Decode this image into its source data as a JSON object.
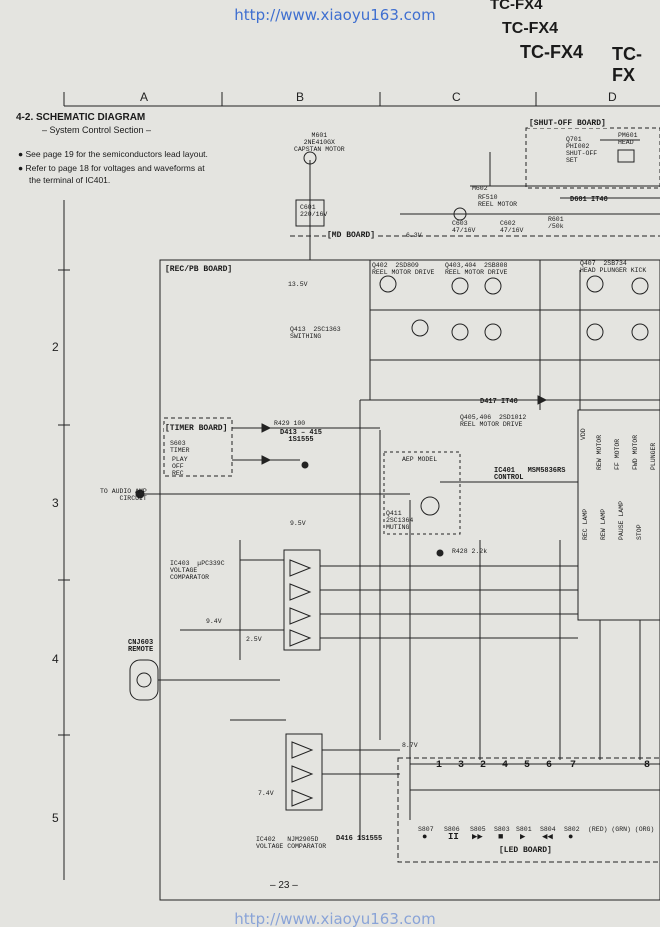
{
  "watermark": "http://www.xiaoyu163.com",
  "models": [
    "TC-FX4",
    "TC-FX4",
    "TC-FX4",
    "TC-FX"
  ],
  "columns": [
    "A",
    "B",
    "C",
    "D"
  ],
  "rows": [
    "2",
    "3",
    "4",
    "5"
  ],
  "section": {
    "title": "4-2.  SCHEMATIC DIAGRAM",
    "subtitle": "– System Control Section –"
  },
  "notes": [
    "See page 19 for the semiconductors lead layout.",
    "Refer to page 18 for voltages and waveforms at",
    "the terminal of IC401."
  ],
  "boards": {
    "shutoff": "[SHUT-OFF BOARD]",
    "md": "[MD BOARD]",
    "recpb": "[REC/PB BOARD]",
    "timer": "[TIMER BOARD]",
    "led": "[LED BOARD]"
  },
  "labels": {
    "m601": "M601\n2NE410GX\nCAPSTAN MOTOR",
    "c601": "C601\n220/16V",
    "q701": "Q701\nPHI002\nSHUT-OFF\nSET",
    "pm601": "PM601\nHEAD",
    "m602": "M602",
    "rf510": "RF510\nREEL MOTOR",
    "c603": "C603\n47/16V",
    "c602": "C602\n47/16V",
    "d601": "D601  IT40",
    "r601": "R601\n/50k",
    "q402": "Q402  2SD809\nREEL MOTOR DRIVE",
    "q403": "Q403,404  2SB808\nREEL MOTOR DRIVE",
    "q407": "Q407  2SB734\nHEAD PLUNGER KICK",
    "q413": "Q413  2SC1363\nSWITHING",
    "d417": "D417  IT40",
    "q405": "Q405,406  2SD1012\nREEL MOTOR DRIVE",
    "s603": "S603\nTIMER",
    "sw": "PLAY\nOFF\nREC",
    "d413": "D413 – 415\n1S1555",
    "r429": "R429  100",
    "audio": "TO AUDIO AMP\nCIRCUIT",
    "aep": "AEP MODEL",
    "ic401": "IC401   MSM5836RS\nCONTROL",
    "q411": "Q411\n2SC1364\nMUTING",
    "ic403": "IC403  μPC339C\nVOLTAGE\nCOMPARATOR",
    "cnj": "CNJ603\nREMOTE",
    "ic402": "IC402   NJM2905D\nVOLTAGE COMPARATOR",
    "d416": "D416  1S1555",
    "r428": "R428  2.2k",
    "v135": "13.5V",
    "v63": "6.3V",
    "v87": "8.7V",
    "v94": "9.4V",
    "v9": "9.5V",
    "v25": "2.5V",
    "v74": "7.4V"
  },
  "ic_pins": [
    "VDD",
    "REW MOTOR",
    "FF MOTOR",
    "FWD MOTOR",
    "PLUNGER"
  ],
  "ic_pins_low": [
    "REC LAMP",
    "REW LAMP",
    "PAUSE LAMP",
    "STOP"
  ],
  "switch_numbers": [
    "1",
    "3",
    "2",
    "4",
    "5",
    "6",
    "7",
    "8"
  ],
  "switches": [
    "S807",
    "S806",
    "S805",
    "S803",
    "S801",
    "S804",
    "S802"
  ],
  "switch_symbols": [
    "●",
    "II",
    "▶▶",
    "■",
    "▶",
    "◀◀",
    "●"
  ],
  "led_caption": "(RED) (GRN) (ORG)",
  "page_number": "– 23 –"
}
